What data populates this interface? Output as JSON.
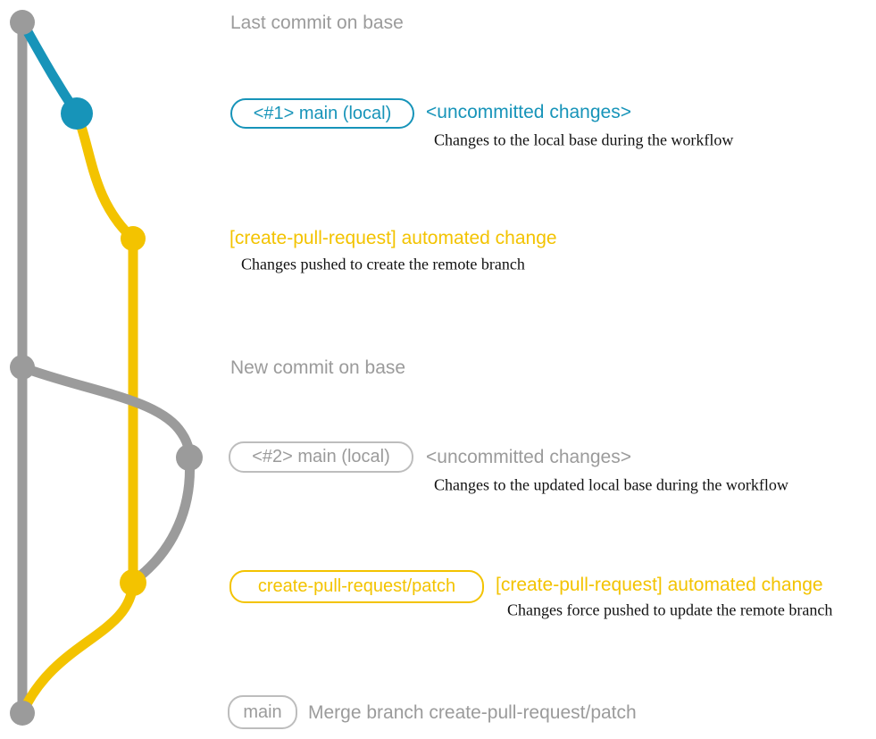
{
  "colors": {
    "base_gray": "#9b9b9b",
    "local_blue": "#1794b9",
    "branch_yellow": "#f3c300",
    "description_black": "#111111",
    "gray_box_border": "#bdbdbd"
  },
  "graph": {
    "commits": [
      {
        "id": "last-base",
        "branch": "base",
        "color_ref": "base_gray"
      },
      {
        "id": "main-local-1",
        "branch": "main (local)",
        "color_ref": "local_blue"
      },
      {
        "id": "automated-change-1",
        "branch": "create-pull-request/patch",
        "color_ref": "branch_yellow"
      },
      {
        "id": "new-base",
        "branch": "base",
        "color_ref": "base_gray"
      },
      {
        "id": "main-local-2",
        "branch": "main (local)",
        "color_ref": "base_gray"
      },
      {
        "id": "automated-change-2",
        "branch": "create-pull-request/patch",
        "color_ref": "branch_yellow"
      },
      {
        "id": "merge",
        "branch": "base",
        "color_ref": "base_gray"
      }
    ]
  },
  "annotations": {
    "last_commit": {
      "label": "Last commit on base"
    },
    "row1": {
      "branch_label": "<#1> main (local)",
      "message": "<uncommitted changes>",
      "description": "Changes to the local base during the workflow"
    },
    "row2": {
      "message": "[create-pull-request] automated change",
      "description": "Changes pushed to create the remote branch"
    },
    "new_commit": {
      "label": "New commit on base"
    },
    "row3": {
      "branch_label": "<#2> main (local)",
      "message": "<uncommitted changes>",
      "description": "Changes to the updated local base during the workflow"
    },
    "row4": {
      "branch_label": "create-pull-request/patch",
      "message": "[create-pull-request] automated change",
      "description": "Changes force pushed to update the remote branch"
    },
    "row5": {
      "branch_label": "main",
      "message": "Merge branch create-pull-request/patch"
    }
  }
}
